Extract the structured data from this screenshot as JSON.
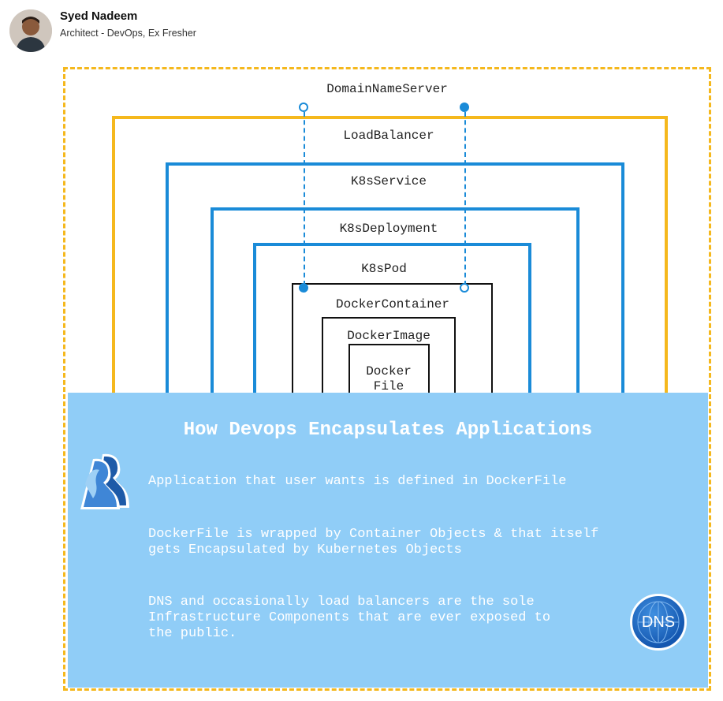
{
  "author": {
    "name": "Syed Nadeem",
    "role": "Architect - DevOps, Ex Fresher"
  },
  "diagram": {
    "layers": {
      "dns": "DomainNameServer",
      "load_balancer": "LoadBalancer",
      "k8s_service": "K8sService",
      "k8s_deployment": "K8sDeployment",
      "k8s_pod": "K8sPod",
      "docker_container": "DockerContainer",
      "docker_image": "DockerImage",
      "docker_file": "Docker\nFile"
    },
    "colors": {
      "dns_border": "#f5b81d",
      "load_balancer_border": "#f5b81d",
      "k8s_border": "#1a8bd8",
      "docker_border": "#111111",
      "panel_background": "#90cdf7"
    },
    "icons": [
      "people-icon",
      "dns-globe-icon"
    ]
  },
  "panel": {
    "title": "How Devops Encapsulates Applications",
    "line1": "Application that user wants is defined in DockerFile",
    "line2": "DockerFile is wrapped by Container Objects & that itself\ngets Encapsulated by Kubernetes Objects",
    "line3": "DNS and occasionally load balancers are the sole\nInfrastructure Components that are ever exposed to\nthe public.",
    "dns_badge": "DNS"
  }
}
